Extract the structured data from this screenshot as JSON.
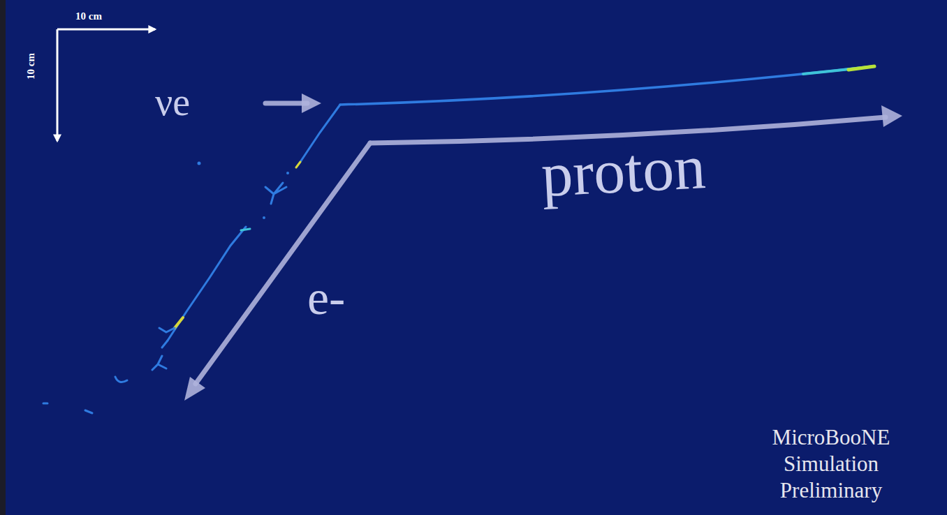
{
  "diagram": {
    "labels": [
      "10 cm",
      "10 cm",
      "νe",
      "proton",
      "e-",
      "MicroBooNE Simulation Preliminary"
    ]
  }
}
